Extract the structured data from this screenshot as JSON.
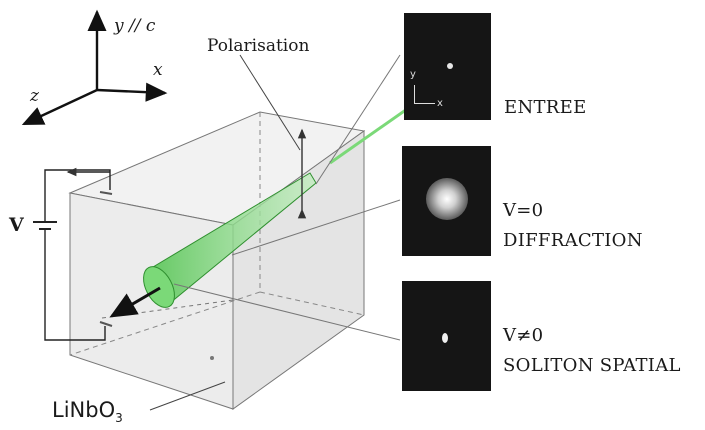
{
  "axes": {
    "y": "y // c",
    "x": "x",
    "z": "z"
  },
  "labels": {
    "polarisation": "Polarisation",
    "voltage": "V",
    "crystal_main": "LiNbO",
    "crystal_sub": "3"
  },
  "panels": [
    {
      "name": "entree",
      "line1": "ENTREE",
      "line2": "",
      "axis_y": "y",
      "axis_x": "x"
    },
    {
      "name": "diffraction",
      "line1": "V=0",
      "line2": "DIFFRACTION"
    },
    {
      "name": "soliton",
      "line1": "V≠0",
      "line2": "SOLITON SPATIAL"
    }
  ],
  "colors": {
    "beam": "#6fd46a",
    "beam_dark": "#2f8f2f",
    "thumb_bg": "#151515",
    "crystal_fill": "#eeeeee"
  }
}
